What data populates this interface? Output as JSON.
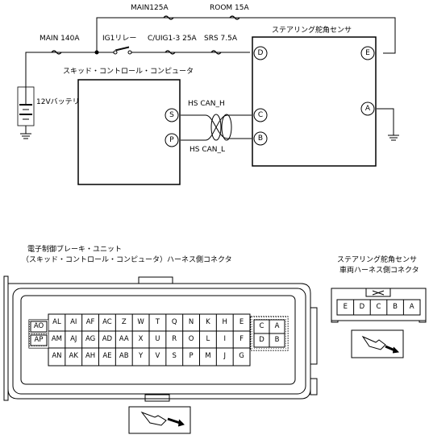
{
  "wiring": {
    "fuses": {
      "main_140a": "MAIN 140A",
      "main_125a": "MAIN125A",
      "room_15a": "ROOM 15A",
      "ig1_relay": "IG1リレー",
      "c_uig1_3_25a": "C/UIG1-3 25A",
      "srs_7_5a": "SRS 7.5A"
    },
    "battery_label": "12Vバッテリ",
    "skid_computer_label": "スキッド・コントロール・コンピュータ",
    "steering_sensor_label": "ステアリング舵角センサ",
    "can_h": "HS CAN_H",
    "can_l": "HS CAN_L",
    "pins": {
      "s": "S",
      "p": "P",
      "c": "C",
      "b": "B",
      "d": "D",
      "e": "E",
      "a": "A"
    }
  },
  "ecu_connector": {
    "title_line1": "電子制御ブレーキ・ユニット",
    "title_line2": "（スキッド・コントロール・コンピュータ）ハーネス側コネクタ",
    "left_pins": [
      "AO",
      "AP"
    ],
    "row1": [
      "AL",
      "AI",
      "AF",
      "AC",
      "Z",
      "W",
      "T",
      "Q",
      "N",
      "K",
      "H",
      "E"
    ],
    "row2": [
      "AM",
      "AJ",
      "AG",
      "AD",
      "AA",
      "X",
      "U",
      "R",
      "O",
      "L",
      "I",
      "F"
    ],
    "row3": [
      "AN",
      "AK",
      "AH",
      "AE",
      "AB",
      "Y",
      "V",
      "S",
      "P",
      "M",
      "J",
      "G"
    ],
    "right_pins": [
      "C",
      "A",
      "D",
      "B"
    ]
  },
  "sensor_connector": {
    "title_line1": "ステアリング舵角センサ",
    "title_line2": "車両ハーネス側コネクタ",
    "pins": [
      "E",
      "D",
      "C",
      "B",
      "A"
    ]
  }
}
